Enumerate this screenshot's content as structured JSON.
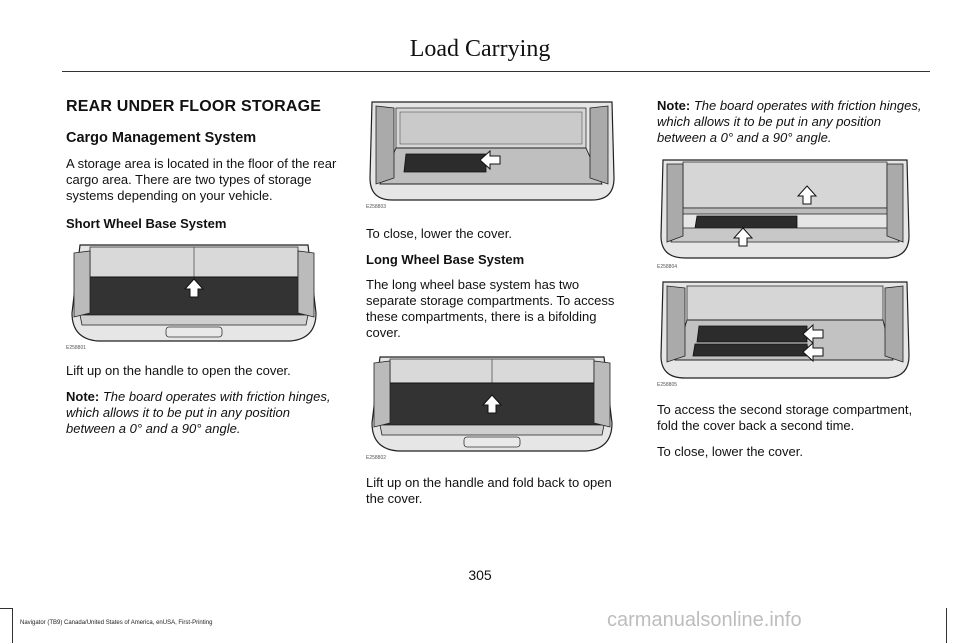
{
  "header": {
    "title": "Load Carrying"
  },
  "col1": {
    "heading": "REAR UNDER FLOOR STORAGE",
    "subheading": "Cargo Management System",
    "intro": "A storage area is located in the floor of the rear cargo area. There are two types of storage systems depending on your vehicle.",
    "swb_heading": "Short Wheel Base System",
    "fig1_id": "E258801",
    "para_lift": "Lift up on the handle to open the cover.",
    "note_label": "Note:",
    "note_text": "The board operates with friction hinges, which allows it to be put in any position between a 0° and a 90° angle."
  },
  "col2": {
    "fig_top_id": "E258803",
    "para_close": "To close, lower the cover.",
    "lwb_heading": "Long Wheel Base System",
    "lwb_intro": "The long wheel base system has two separate storage compartments. To access these compartments, there is a bifolding cover.",
    "fig_lwb_id": "E258802",
    "para_lift_fold": "Lift up on the handle and fold back to open the cover."
  },
  "col3": {
    "note_label": "Note:",
    "note_text": "The board operates with friction hinges, which allows it to be put in any position between a 0° and a 90° angle.",
    "fig_a_id": "E258804",
    "fig_b_id": "E258805",
    "para_second": "To access the second storage compartment, fold the cover back a second time.",
    "para_close": "To close, lower the cover."
  },
  "footer": {
    "page_number": "305",
    "edition": "Navigator (TB9) Canada/United States of America, enUSA, First-Printing",
    "watermark": "carmanualsonline.info"
  }
}
